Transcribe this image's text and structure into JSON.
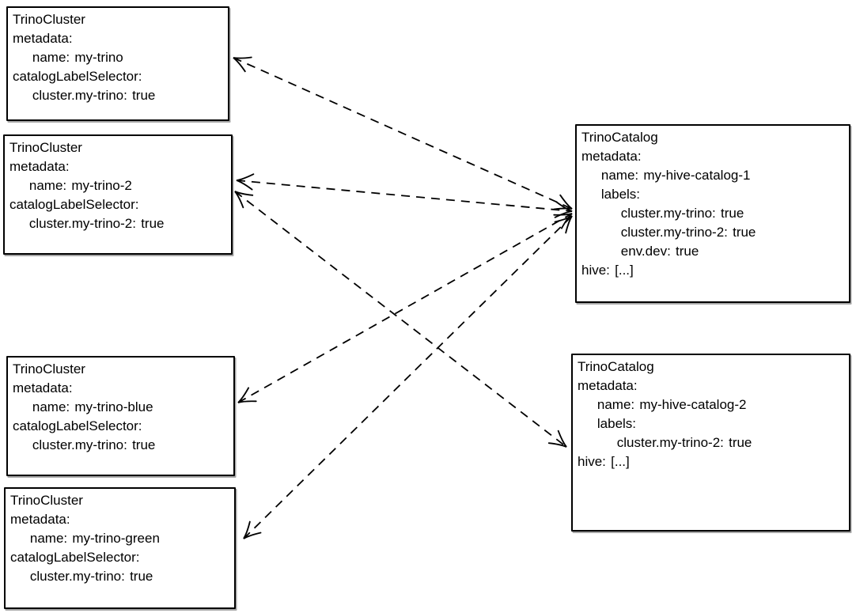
{
  "diagram": {
    "background_color": "#ffffff",
    "line_color": "#000000",
    "boxes": [
      {
        "id": "trino-cluster-my-trino",
        "lines": [
          "TrinoCluster",
          "metadata:",
          "    name: my-trino",
          "catalogLabelSelector:",
          "    cluster.my-trino: true"
        ]
      },
      {
        "id": "trino-cluster-my-trino-2",
        "lines": [
          "TrinoCluster",
          "metadata:",
          "    name: my-trino-2",
          "catalogLabelSelector:",
          "    cluster.my-trino-2: true"
        ]
      },
      {
        "id": "trino-cluster-my-trino-blue",
        "lines": [
          "TrinoCluster",
          "metadata:",
          "    name: my-trino-blue",
          "catalogLabelSelector:",
          "    cluster.my-trino: true"
        ]
      },
      {
        "id": "trino-cluster-my-trino-green",
        "lines": [
          "TrinoCluster",
          "metadata:",
          "    name: my-trino-green",
          "catalogLabelSelector:",
          "    cluster.my-trino: true"
        ]
      },
      {
        "id": "trino-catalog-my-hive-catalog-1",
        "lines": [
          "TrinoCatalog",
          "metadata:",
          "    name: my-hive-catalog-1",
          "    labels:",
          "        cluster.my-trino: true",
          "        cluster.my-trino-2: true",
          "        env.dev: true",
          "hive: [...]"
        ]
      },
      {
        "id": "trino-catalog-my-hive-catalog-2",
        "lines": [
          "TrinoCatalog",
          "metadata:",
          "    name: my-hive-catalog-2",
          "    labels:",
          "        cluster.my-trino-2: true",
          "hive: [...]"
        ]
      }
    ],
    "edges": [
      {
        "from": "trino-catalog-my-hive-catalog-1",
        "to": "trino-cluster-my-trino",
        "style": "dashed",
        "arrowheads": "both"
      },
      {
        "from": "trino-catalog-my-hive-catalog-1",
        "to": "trino-cluster-my-trino-2",
        "style": "dashed",
        "arrowheads": "both"
      },
      {
        "from": "trino-catalog-my-hive-catalog-1",
        "to": "trino-cluster-my-trino-blue",
        "style": "dashed",
        "arrowheads": "both"
      },
      {
        "from": "trino-catalog-my-hive-catalog-1",
        "to": "trino-cluster-my-trino-green",
        "style": "dashed",
        "arrowheads": "both"
      },
      {
        "from": "trino-cluster-my-trino-2",
        "to": "trino-catalog-my-hive-catalog-2",
        "style": "dashed",
        "arrowheads": "both"
      }
    ]
  }
}
